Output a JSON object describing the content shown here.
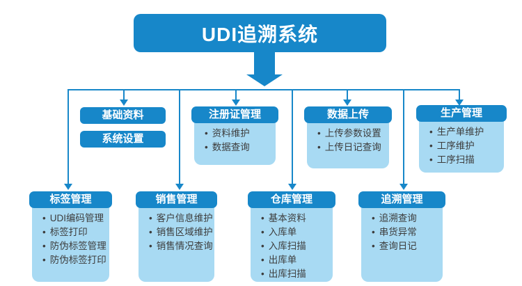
{
  "root": {
    "title": "UDI追溯系统"
  },
  "colors": {
    "primary_blue": "#1787c9",
    "panel_body_blue": "#a8daf3",
    "item_text": "#3d3d3d",
    "background": "#ffffff",
    "header_text": "#ffffff"
  },
  "level1": {
    "standalone_nodes": [
      {
        "label": "基础资料"
      },
      {
        "label": "系统设置"
      }
    ],
    "panels": [
      {
        "title": "注册证管理",
        "items": [
          "资料维护",
          "数据查询"
        ]
      },
      {
        "title": "数据上传",
        "items": [
          "上传参数设置",
          "上传日记查询"
        ]
      },
      {
        "title": "生产管理",
        "items": [
          "生产单维护",
          "工序维护",
          "工序扫描"
        ]
      }
    ]
  },
  "level2": {
    "panels": [
      {
        "title": "标签管理",
        "items": [
          "UDI编码管理",
          "标签打印",
          "防伪标签管理",
          "防伪标签打印"
        ]
      },
      {
        "title": "销售管理",
        "items": [
          "客户信息维护",
          "销售区域维护",
          "销售情况查询"
        ]
      },
      {
        "title": "仓库管理",
        "items": [
          "基本资料",
          "入库单",
          "入库扫描",
          "出库单",
          "出库扫描"
        ]
      },
      {
        "title": "追溯管理",
        "items": [
          "追溯查询",
          "串货异常",
          "查询日记"
        ]
      }
    ]
  }
}
